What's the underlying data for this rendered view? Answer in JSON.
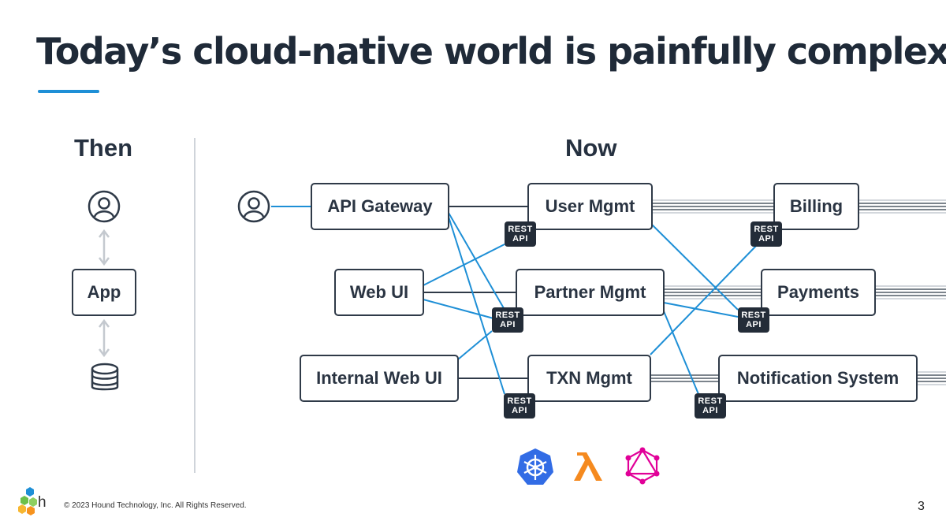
{
  "slide": {
    "title": "Today’s cloud-native world is painfully complex",
    "then_heading": "Then",
    "now_heading": "Now",
    "footer": "© 2023 Hound Technology, Inc. All Rights Reserved.",
    "page_number": "3",
    "logo_letter": "h"
  },
  "then": {
    "app_label": "App"
  },
  "now": {
    "boxes": {
      "api_gateway": "API Gateway",
      "web_ui": "Web UI",
      "internal_web_ui": "Internal Web UI",
      "user_mgmt": "User Mgmt",
      "partner_mgmt": "Partner Mgmt",
      "txn_mgmt": "TXN Mgmt",
      "billing": "Billing",
      "payments": "Payments",
      "notification_system": "Notification System"
    },
    "rest_line1": "REST",
    "rest_line2": "API"
  },
  "colors": {
    "accent_blue": "#1e8fd6",
    "dark": "#2f3a48",
    "kubernetes": "#326ce5",
    "lambda": "#f58a1f",
    "graphql": "#e10098"
  },
  "icons": [
    "user-icon",
    "database-icon",
    "kubernetes-icon",
    "lambda-icon",
    "graphql-icon",
    "hound-logo-icon"
  ]
}
